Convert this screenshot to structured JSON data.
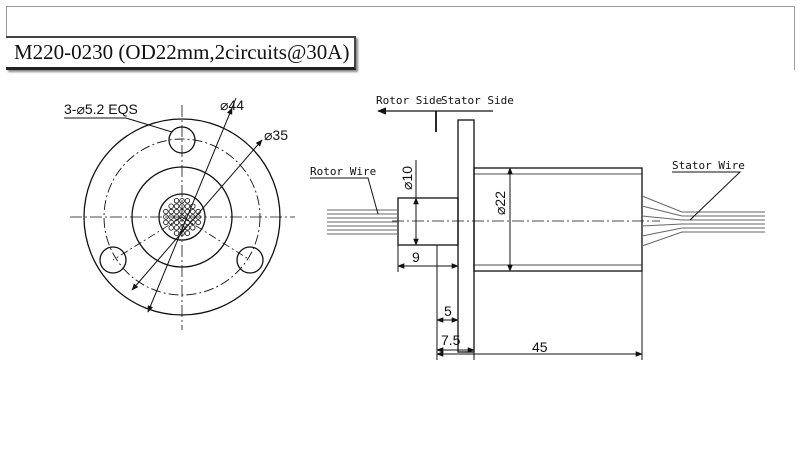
{
  "title": "M220-0230 (OD22mm,2circuits@30A)",
  "front_view": {
    "hole_label": "3-⌀5.2 EQS",
    "outer_dia_label": "⌀44",
    "bolt_circle_label": "⌀35"
  },
  "side_view": {
    "rotor_side_label": "Rotor Side",
    "stator_side_label": "Stator Side",
    "rotor_wire_label": "Rotor Wire",
    "stator_wire_label": "Stator Wire",
    "shaft_dia_label": "⌀10",
    "body_dia_label": "⌀22",
    "shaft_len_label": "9",
    "flange_thk_label": "5",
    "flange_pos_label": "7.5",
    "total_len_label": "45"
  }
}
